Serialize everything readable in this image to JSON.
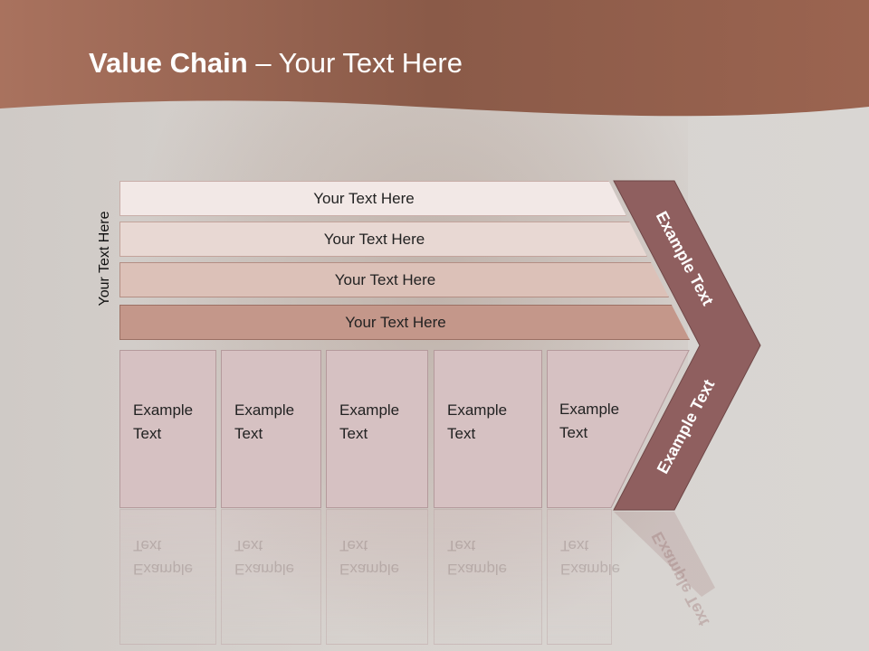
{
  "slide": {
    "title_bold": "Value Chain",
    "title_rest": " – Your Text Here",
    "side_label": "Your Text Here",
    "bars": [
      {
        "label": "Your Text Here"
      },
      {
        "label": "Your Text Here"
      },
      {
        "label": "Your Text Here"
      },
      {
        "label": "Your Text Here"
      }
    ],
    "boxes": [
      {
        "label": "Example Text"
      },
      {
        "label": "Example Text"
      },
      {
        "label": "Example Text"
      },
      {
        "label": "Example Text"
      },
      {
        "label": "Example Text"
      }
    ],
    "chevron_upper": "Example Text",
    "chevron_lower": "Example Text"
  },
  "colors": {
    "header_brown": "#8d5a48",
    "chevron_fill": "#8f5f5f",
    "bar1": "#f2e8e6",
    "bar2": "#e8d8d3",
    "bar3": "#dcc1b8",
    "bar4": "#c4978a",
    "box_fill": "#d6c1c2"
  }
}
